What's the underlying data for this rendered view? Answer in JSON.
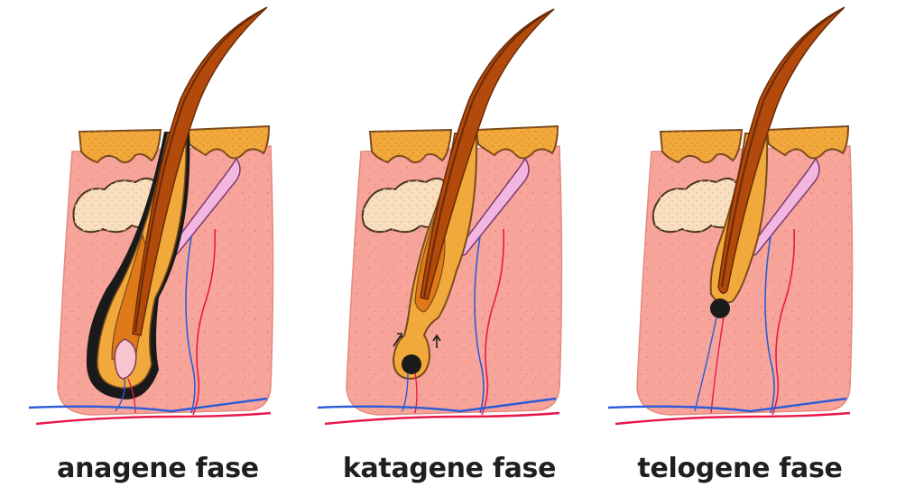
{
  "panels": [
    {
      "id": "anagen",
      "label": "anagene fase"
    },
    {
      "id": "katagen",
      "label": "katagene fase"
    },
    {
      "id": "telogen",
      "label": "telogene fase"
    }
  ],
  "colors": {
    "skin": "#f7a59a",
    "skin_dots": "#e98279",
    "epidermis": "#f2a93b",
    "epidermis_outline": "#7a4a1c",
    "sebaceous": "#f8dfc0",
    "hair": "#b24a0c",
    "hair_shaft": "#7a2e08",
    "sheath": "#f2a93b",
    "muscle": "#f3b6e0",
    "artery": "#e8184a",
    "vein": "#2b5bd8",
    "papilla": "#f7c5d0",
    "outline": "#1a1a1a"
  }
}
